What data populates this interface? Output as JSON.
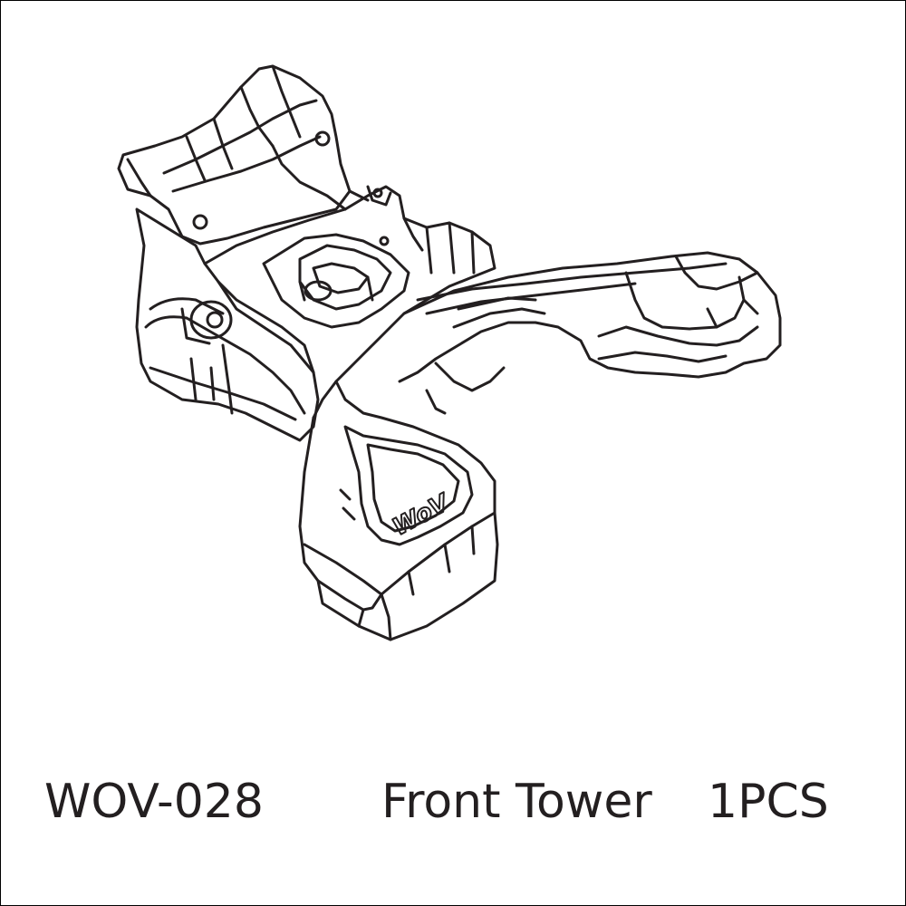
{
  "part": {
    "number": "WOV-028",
    "name": "Front Tower",
    "quantity": "1PCS",
    "logo_text": "WoV"
  },
  "colors": {
    "line": "#231f20",
    "background": "#ffffff",
    "border": "#000000"
  },
  "illustration": {
    "icon": "front-tower-line-drawing"
  }
}
